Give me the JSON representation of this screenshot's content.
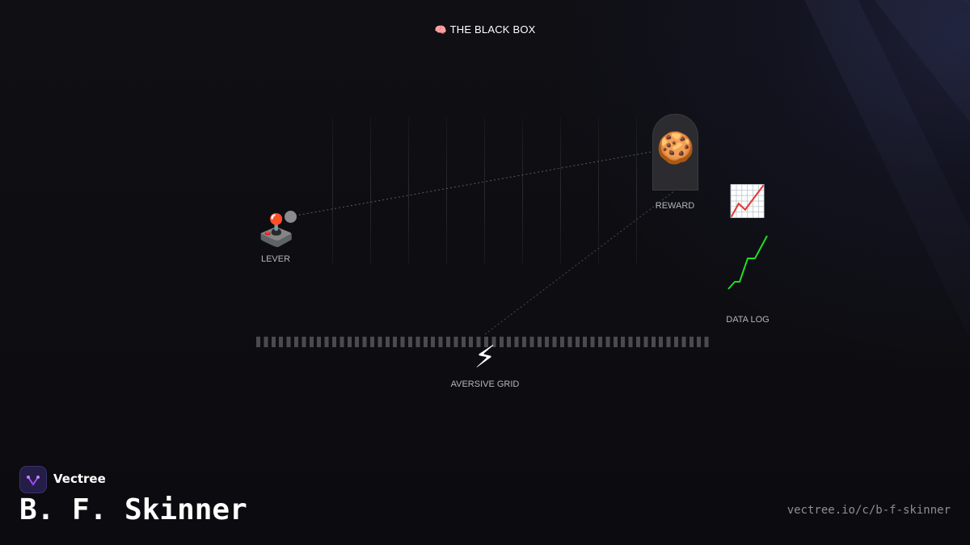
{
  "header": {
    "title_icon": "brain-icon",
    "title": "THE BLACK BOX"
  },
  "diagram": {
    "nodes": [
      {
        "id": "lever",
        "label": "LEVER",
        "icon": "joystick-icon"
      },
      {
        "id": "reward",
        "label": "REWARD",
        "icon": "cookie-icon"
      },
      {
        "id": "data_log",
        "label": "DATA LOG",
        "icon": "chart-increasing-icon"
      },
      {
        "id": "aversive_grid",
        "label": "AVERSIVE GRID",
        "icon": "lightning-icon"
      }
    ],
    "edges": [
      {
        "from": "lever",
        "to": "reward",
        "style": "dotted"
      },
      {
        "from": "aversive_grid",
        "to": "reward",
        "style": "dotted"
      }
    ]
  },
  "footer": {
    "brand": "Vectree",
    "person": "B. F. Skinner",
    "url": "vectree.io/c/b-f-skinner"
  },
  "colors": {
    "background": "#0d0d11",
    "data_log_line": "#22dd22",
    "logo_accent": "#a855f7"
  }
}
